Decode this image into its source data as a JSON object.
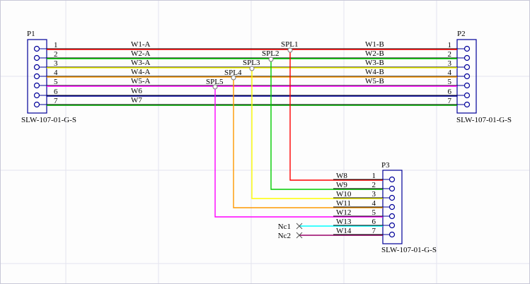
{
  "connectors": {
    "p1": {
      "ref": "P1",
      "part": "SLW-107-01-G-S",
      "pins": [
        "1",
        "2",
        "3",
        "4",
        "5",
        "6",
        "7"
      ]
    },
    "p2": {
      "ref": "P2",
      "part": "SLW-107-01-G-S",
      "pins": [
        "1",
        "2",
        "3",
        "4",
        "5",
        "6",
        "7"
      ]
    },
    "p3": {
      "ref": "P3",
      "part": "SLW-107-01-G-S",
      "pins": [
        "1",
        "2",
        "3",
        "4",
        "5",
        "6",
        "7"
      ]
    }
  },
  "wires_top": [
    {
      "left": "W1-A",
      "right": "W1-B",
      "color": "#ff0000"
    },
    {
      "left": "W2-A",
      "right": "W2-B",
      "color": "#00cc00"
    },
    {
      "left": "W3-A",
      "right": "W3-B",
      "color": "#ffff00"
    },
    {
      "left": "W4-A",
      "right": "W4-B",
      "color": "#ff9900"
    },
    {
      "left": "W5-A",
      "right": "W5-B",
      "color": "#ff00ff"
    },
    {
      "left": "W6",
      "right": "",
      "color": "#000099"
    },
    {
      "left": "W7",
      "right": "",
      "color": "#00aa00"
    }
  ],
  "splices": [
    "SPL1",
    "SPL2",
    "SPL3",
    "SPL4",
    "SPL5"
  ],
  "wires_p3": [
    {
      "label": "W8",
      "color": "#ff0000"
    },
    {
      "label": "W9",
      "color": "#00cc00"
    },
    {
      "label": "W10",
      "color": "#ffff00"
    },
    {
      "label": "W11",
      "color": "#ff9900"
    },
    {
      "label": "W12",
      "color": "#ff00ff"
    },
    {
      "label": "W13",
      "color": "#00ffff"
    },
    {
      "label": "W14",
      "color": "#990066"
    }
  ],
  "no_connects": [
    "Nc1",
    "Nc2"
  ],
  "colors": {
    "connector": "#000099",
    "grid": "#e4e4ee"
  }
}
